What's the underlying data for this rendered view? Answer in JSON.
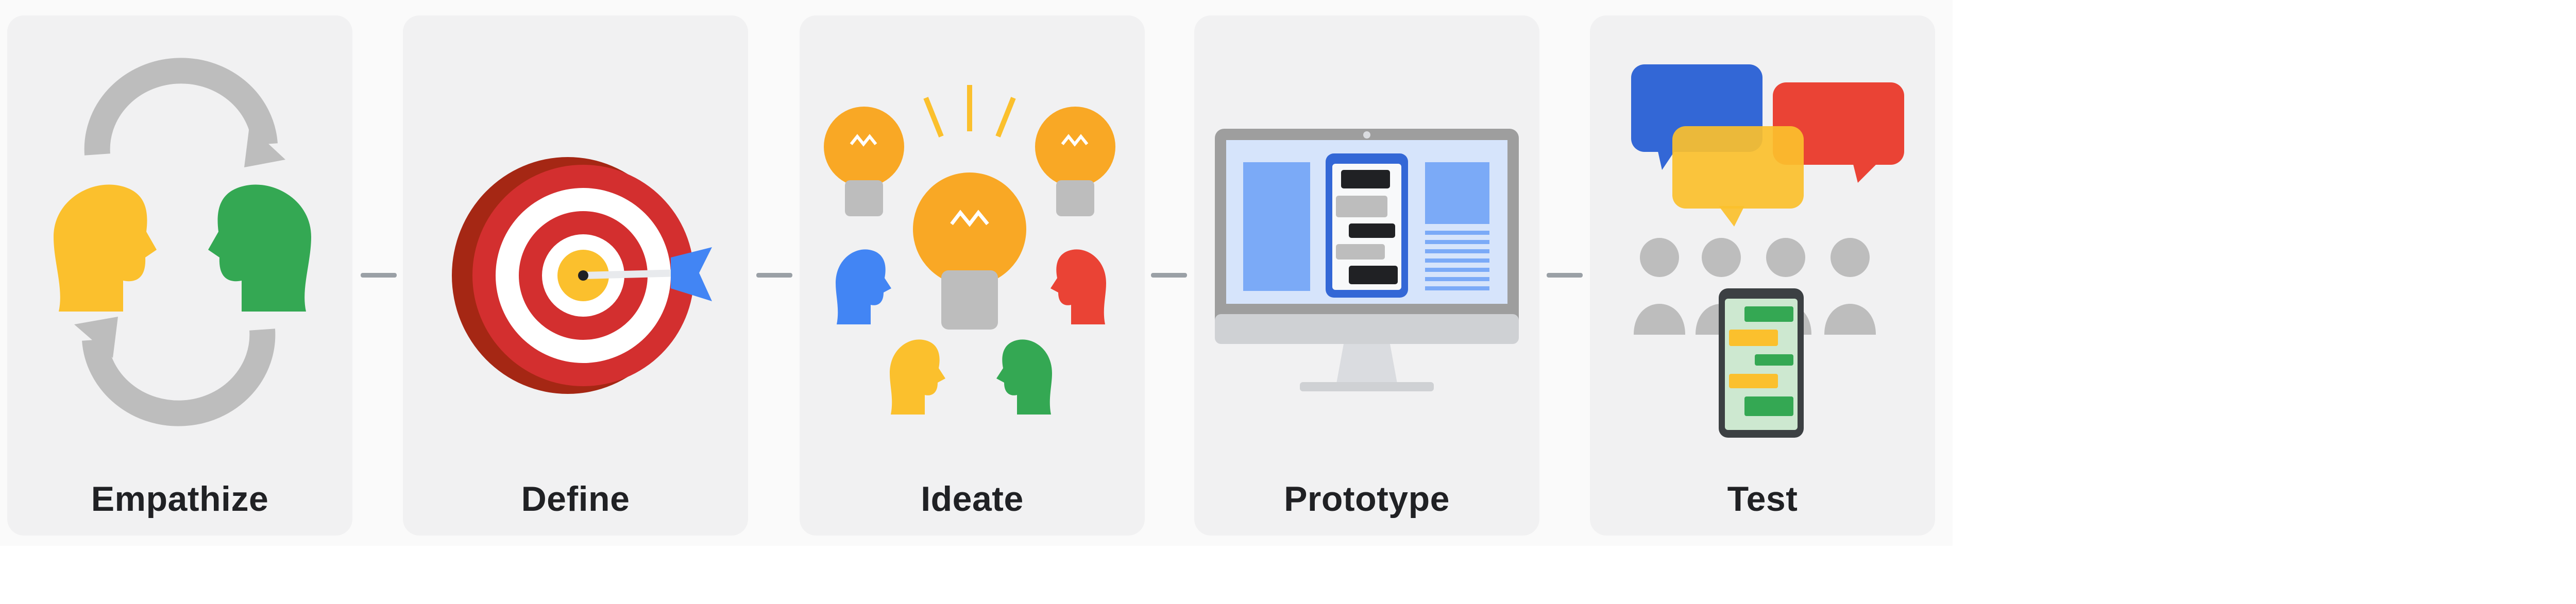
{
  "stages": [
    {
      "label": "Empathize",
      "icon": "empathize-icon"
    },
    {
      "label": "Define",
      "icon": "target-icon"
    },
    {
      "label": "Ideate",
      "icon": "lightbulb-icon"
    },
    {
      "label": "Prototype",
      "icon": "monitor-icon"
    },
    {
      "label": "Test",
      "icon": "user-testing-icon"
    }
  ],
  "colors": {
    "card": "#f1f1f2",
    "yellow": "#fbc02d",
    "green": "#34a853",
    "blue": "#4285f4",
    "red": "#ea4335",
    "gray": "#bdbdbd",
    "text": "#202124"
  }
}
